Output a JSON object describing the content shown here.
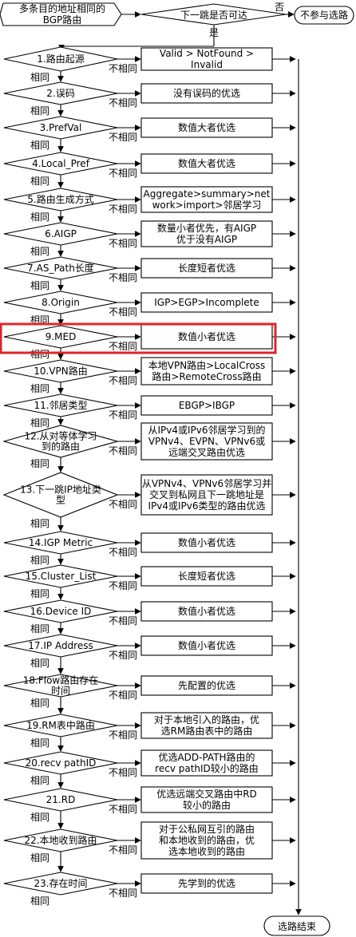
{
  "start": {
    "label_lines": [
      "多条目的地址相同的",
      "BGP路由"
    ]
  },
  "precheck": {
    "label": "下一跳是否可达",
    "no_label": "否",
    "yes_label": "是",
    "reject": "不参与选路"
  },
  "same_label": "相同",
  "diff_label": "不相同",
  "end": {
    "label": "选路结束"
  },
  "highlight_step": 9,
  "colors": {
    "highlight": "#e0242a",
    "stroke": "#000000"
  },
  "steps": [
    {
      "label_lines": [
        "1.路由起源"
      ],
      "rule_lines": [
        "Valid > NotFound >",
        "Invalid"
      ]
    },
    {
      "label_lines": [
        "2.误码"
      ],
      "rule_lines": [
        "没有误码的优选"
      ]
    },
    {
      "label_lines": [
        "3.PrefVal"
      ],
      "rule_lines": [
        "数值大者优选"
      ]
    },
    {
      "label_lines": [
        "4.Local_Pref"
      ],
      "rule_lines": [
        "数值大者优选"
      ]
    },
    {
      "label_lines": [
        "5.路由生成方式"
      ],
      "rule_lines": [
        "Aggregate>summary>net",
        "work>import>邻居学习"
      ]
    },
    {
      "label_lines": [
        "6.AIGP"
      ],
      "rule_lines": [
        "数量小者优先，有AIGP",
        "优于没有AIGP"
      ]
    },
    {
      "label_lines": [
        "7.AS_Path长度"
      ],
      "rule_lines": [
        "长度短者优选"
      ]
    },
    {
      "label_lines": [
        "8.Origin"
      ],
      "rule_lines": [
        "IGP>EGP>Incomplete"
      ]
    },
    {
      "label_lines": [
        "9.MED"
      ],
      "rule_lines": [
        "数值小者优选"
      ]
    },
    {
      "label_lines": [
        "10.VPN路由"
      ],
      "rule_lines": [
        "本地VPN路由>LocalCross",
        "路由>RemoteCross路由"
      ]
    },
    {
      "label_lines": [
        "11.邻居类型"
      ],
      "rule_lines": [
        "EBGP>IBGP"
      ]
    },
    {
      "label_lines": [
        "12.从对等体学习",
        "到的路由"
      ],
      "rule_lines": [
        "从IPv4或IPv6邻居学习到的",
        "VPNv4、EVPN、VPNv6或",
        "远端交叉路由优选"
      ]
    },
    {
      "label_lines": [
        "13.下一跳IP地址类",
        "型"
      ],
      "rule_lines": [
        "从VPNv4、VPNv6邻居学习并",
        "交叉到私网且下一跳地址是",
        "IPv4或IPv6类型的路由优选"
      ]
    },
    {
      "label_lines": [
        "14.IGP Metric"
      ],
      "rule_lines": [
        "数值小者优选"
      ]
    },
    {
      "label_lines": [
        "15.Cluster_List"
      ],
      "rule_lines": [
        "长度短者优选"
      ]
    },
    {
      "label_lines": [
        "16.Device ID"
      ],
      "rule_lines": [
        "数值小者优选"
      ]
    },
    {
      "label_lines": [
        "17.IP Address"
      ],
      "rule_lines": [
        "数值小者优选"
      ]
    },
    {
      "label_lines": [
        "18.Flow路由存在",
        "时间"
      ],
      "rule_lines": [
        "先配置的优选"
      ]
    },
    {
      "label_lines": [
        "19.RM表中路由"
      ],
      "rule_lines": [
        "对于本地引入的路由，优",
        "选RM路由表中的路由"
      ]
    },
    {
      "label_lines": [
        "20.recv pathID"
      ],
      "rule_lines": [
        "优选ADD-PATH路由的",
        "recv pathID较小的路由"
      ]
    },
    {
      "label_lines": [
        "21.RD"
      ],
      "rule_lines": [
        "优选远端交叉路由中RD",
        "较小的路由"
      ]
    },
    {
      "label_lines": [
        "22.本地收到路由"
      ],
      "rule_lines": [
        "对于公私网互引的路由",
        "和本地收到的路由，优",
        "选本地收到的路由"
      ]
    },
    {
      "label_lines": [
        "23.存在时间"
      ],
      "rule_lines": [
        "先学到的优选"
      ]
    }
  ]
}
